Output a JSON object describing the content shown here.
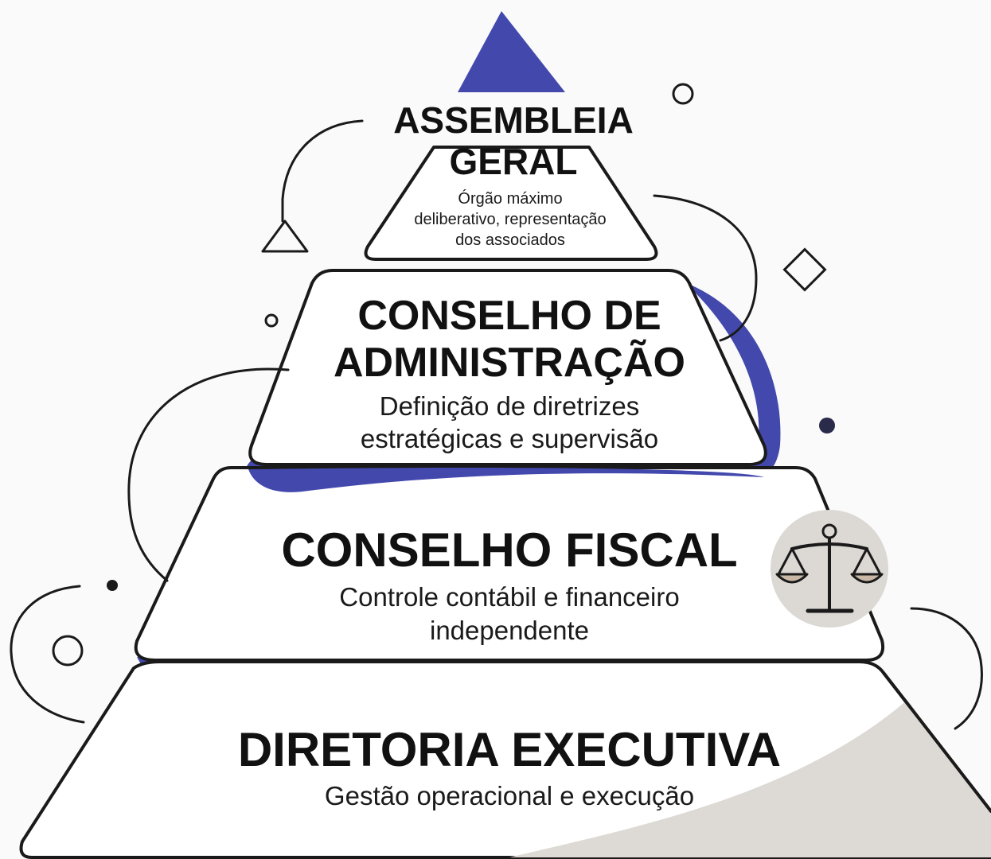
{
  "tiers": {
    "assembleia": {
      "title_line1": "ASSEMBLEIA",
      "title_line2": "GERAL",
      "desc_line1": "Órgão máximo",
      "desc_line2": "deliberativo, representação",
      "desc_line3": "dos associados"
    },
    "conselho_admin": {
      "title_line1": "CONSELHO DE",
      "title_line2": "ADMINISTRAÇÃO",
      "desc_line1": "Definição de diretrizes",
      "desc_line2": "estratégicas e supervisão"
    },
    "conselho_fiscal": {
      "title": "CONSELHO FISCAL",
      "desc_line1": "Controle contábil e financeiro",
      "desc_line2": "independente"
    },
    "diretoria": {
      "title": "DIRETORIA EXECUTIVA",
      "desc": "Gestão operacional e execução"
    }
  },
  "icons": {
    "scale": "balance-scale-icon"
  },
  "colors": {
    "accent": "#4348ad",
    "ink": "#1a1a1a",
    "beige": "#ddd9d4",
    "background": "#fafafa"
  }
}
